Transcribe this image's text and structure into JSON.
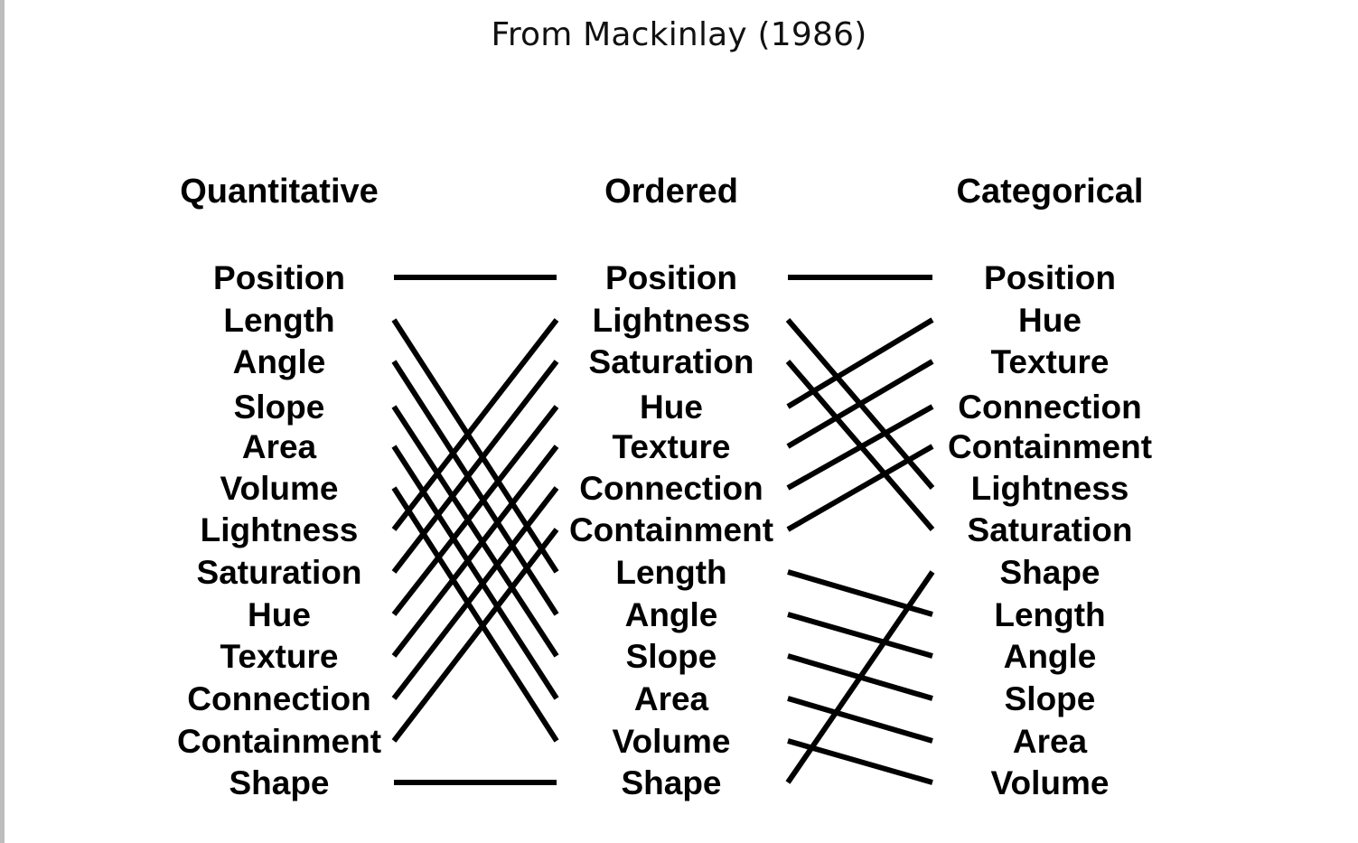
{
  "caption": "From Mackinlay (1986)",
  "columns": [
    {
      "header": "Quantitative",
      "items": [
        "Position",
        "Length",
        "Angle",
        "Slope",
        "Area",
        "Volume",
        "Lightness",
        "Saturation",
        "Hue",
        "Texture",
        "Connection",
        "Containment",
        "Shape"
      ]
    },
    {
      "header": "Ordered",
      "items": [
        "Position",
        "Lightness",
        "Saturation",
        "Hue",
        "Texture",
        "Connection",
        "Containment",
        "Length",
        "Angle",
        "Slope",
        "Area",
        "Volume",
        "Shape"
      ]
    },
    {
      "header": "Categorical",
      "items": [
        "Position",
        "Hue",
        "Texture",
        "Connection",
        "Containment",
        "Lightness",
        "Saturation",
        "Shape",
        "Length",
        "Angle",
        "Slope",
        "Area",
        "Volume"
      ]
    }
  ],
  "colors": {
    "ink": "#000000",
    "background": "#ffffff"
  }
}
